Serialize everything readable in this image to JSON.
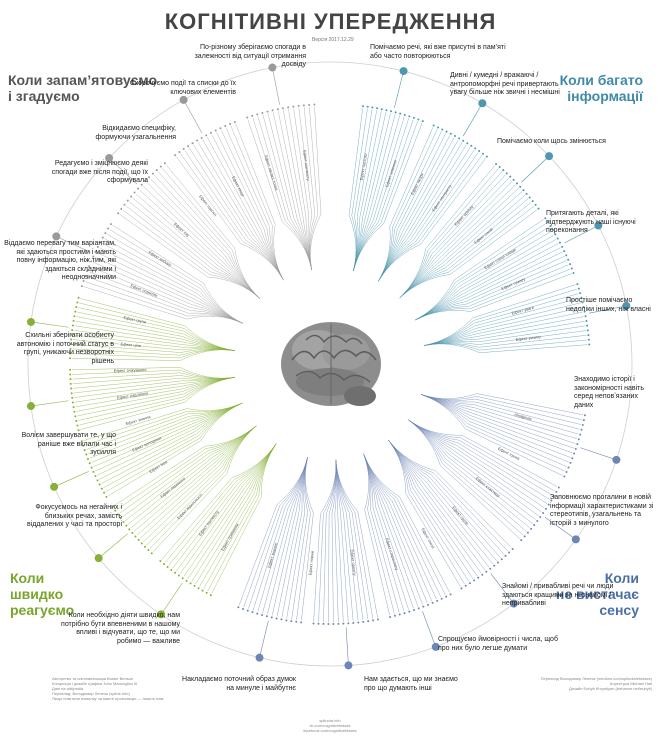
{
  "header": {
    "title": "КОГНІТИВНІ УПЕРЕДЖЕННЯ",
    "version": "Версія 2017.12.29"
  },
  "quadrants": {
    "top_left": [
      "Коли запам’ятовуємо",
      "і згадуємо"
    ],
    "top_right": [
      "Коли багато",
      "інформації"
    ],
    "bottom_left": [
      "Коли",
      "швидко",
      "реагуємо"
    ],
    "bottom_right": [
      "Коли",
      "не вистачає",
      "сенсу"
    ]
  },
  "categories": {
    "memory": [
      "По-різному зберігаємо спогади в залежності від ситуації отримання досвіду",
      "Скорочуємо події та списки до їх ключових елементів",
      "Відкидаємо специфіку, формуючи узагальнення",
      "Редагуємо і зміцнюємо деякі спогади вже після події, що їх сформувала"
    ],
    "info": [
      "Помічаємо речі, які вже присутні в пам’яті або часто повторюються",
      "Дивні / кумедні / вражаючі / антропоморфні речі привертають увагу більше ніж звичні і несмішні",
      "Помічаємо коли щось змінюється",
      "Притягають деталі, які підтверджують наші існуючі переконання",
      "Простіше помічаємо недоліки інших, ніж власні"
    ],
    "sense": [
      "Знаходимо історії і закономірності навіть серед неповʼязаних даних",
      "Заповнюємо прогалини в новій інформації характеристиками зі стереотипів, узагальнень та історій з минулого",
      "Знайомі / привабливі речі чи люди здаються кращими за незнайомі / непривабливі",
      "Спрощуємо ймовірності і числа, щоб про них було легше думати",
      "Нам здається, що ми знаємо про що думають інші",
      "Накладаємо поточний образ думок на минуле і майбутнє"
    ],
    "act": [
      "Віддаємо перевагу тим варіантам, які здаються простими і мають повну інформацію, ніж тим, які здаються складними і неоднозначними",
      "Схильні зберігати особисту автономію і поточний статус в групі, уникаючи незворотніх рішень",
      "Волієм завершувати те, у що раніше вже вклали час і зусилля",
      "Фокусуємось на негайних і близьких речах, замість віддалених у часі та просторі",
      "Коли необхідно діяти швидко, нам потрібно бути впевненими в нашому впливі і відчувати, що те, що ми робимо — важливе"
    ]
  },
  "colors": {
    "memory": "#9a9a9a",
    "info": "#4f97ae",
    "sense": "#6f86b5",
    "act": "#86b03a",
    "brain": "#8a8a8a"
  },
  "bias_samples": {
    "act": [
      "Ефект приманки",
      "Ефект контексту",
      "Ефект відносності",
      "Ефект перемоги",
      "Ефект Ікеа",
      "Ефект володіння",
      "Ефект знання",
      "Ефект надлишку",
      "Ефект очікування",
      "Ефект ціни",
      "Ефект групи"
    ],
    "info": [
      "Ефект частоти",
      "Ефект новизни",
      "Ефект якоря",
      "Ефект контрасту",
      "Ефект ореолу",
      "Ефект ілюзії",
      "Ефект сліпої плями",
      "Ефект гумору",
      "Ефект уваги",
      "Ефект ризику"
    ],
    "sense": [
      "Апофенія",
      "Ефект ігрока",
      "Ефект кластеру",
      "Ефект групи",
      "Ефект ілюзії",
      "Ефект стереотипу",
      "Ефект ореолу",
      "Ефект норми",
      "Ефект знання"
    ],
    "memory": [
      "Ефект помилки",
      "Ефект вибору",
      "Ефект сну",
      "Ефект пам’яті",
      "Ефект кінця",
      "Ефект пікової точки",
      "Ефект контексту"
    ]
  },
  "credits": {
    "left": [
      "Авторство та систематизація Buster Benson",
      "Концепція і дизайн графіки John Manoogian III",
      "Дані на wikipedia",
      "Переклад: Володимир Лепеха (spilne.info)",
      "Якщо помітили помилку чи маєте пропозицію — пишіть нам"
    ],
    "right": [
      "Переклад Володимир Лепеха (medium.com/spilnota/ebiases)",
      "Коректура Michael Hall",
      "Дизайн Eubylt Khrystiyan (behance.net/eubylt)"
    ],
    "bottom": [
      "spilnota.info",
      "vk.com/cognitivebiases",
      "facebook.com/cognitivebiases"
    ]
  }
}
